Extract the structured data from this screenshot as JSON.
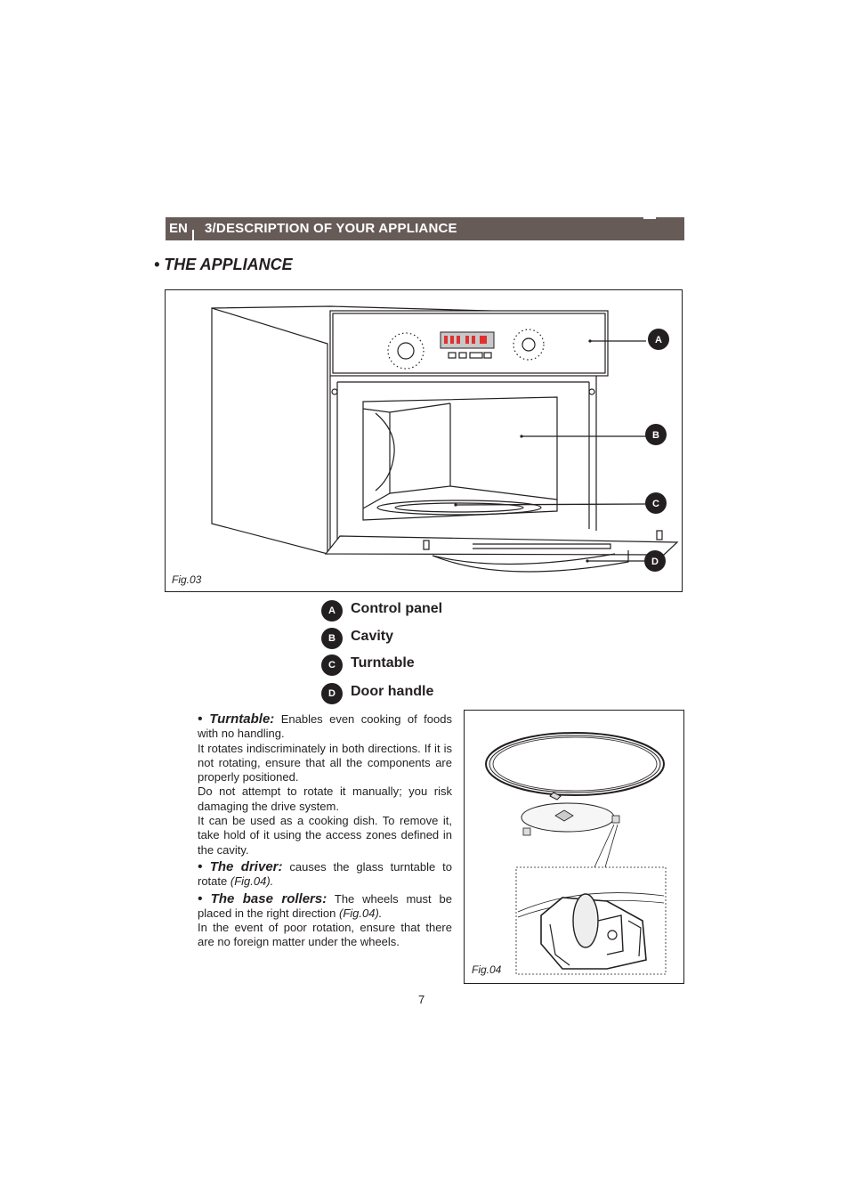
{
  "header": {
    "lang": "EN",
    "title": "3/DESCRIPTION OF YOUR APPLIANCE"
  },
  "section_title": "• THE APPLIANCE",
  "figure_main": {
    "caption": "Fig.03",
    "callouts": [
      "A",
      "B",
      "C",
      "D"
    ]
  },
  "legend": [
    {
      "letter": "A",
      "label": "Control panel"
    },
    {
      "letter": "B",
      "label": "Cavity"
    },
    {
      "letter": "C",
      "label": "Turntable"
    },
    {
      "letter": "D",
      "label": "Door handle"
    }
  ],
  "text": {
    "turntable_lead": "• Turntable:",
    "turntable_text": "Enables even cooking of foods with no handling.",
    "turntable_p2": "It rotates indiscriminately in both directions. If it is not rotating, ensure that all the components are properly positioned.",
    "turntable_p3": "Do not attempt to rotate it manually; you risk damaging the drive system.",
    "turntable_p4": "It can be used as a cooking dish. To remove it, take hold of it using the access zones defined in the cavity.",
    "driver_lead": "• The driver:",
    "driver_text": "causes the glass turntable to rotate",
    "driver_ref": "(Fig.04).",
    "rollers_lead": "• The base rollers:",
    "rollers_text": "The wheels must be placed in the right direction",
    "rollers_ref": "(Fig.04).",
    "rollers_p2": "In the event of poor rotation, ensure that there are no foreign matter under the wheels."
  },
  "figure_small": {
    "caption": "Fig.04"
  },
  "page_number": "7",
  "colors": {
    "header_bg": "#675b58",
    "ink": "#231f20",
    "display_red": "#e03030"
  }
}
